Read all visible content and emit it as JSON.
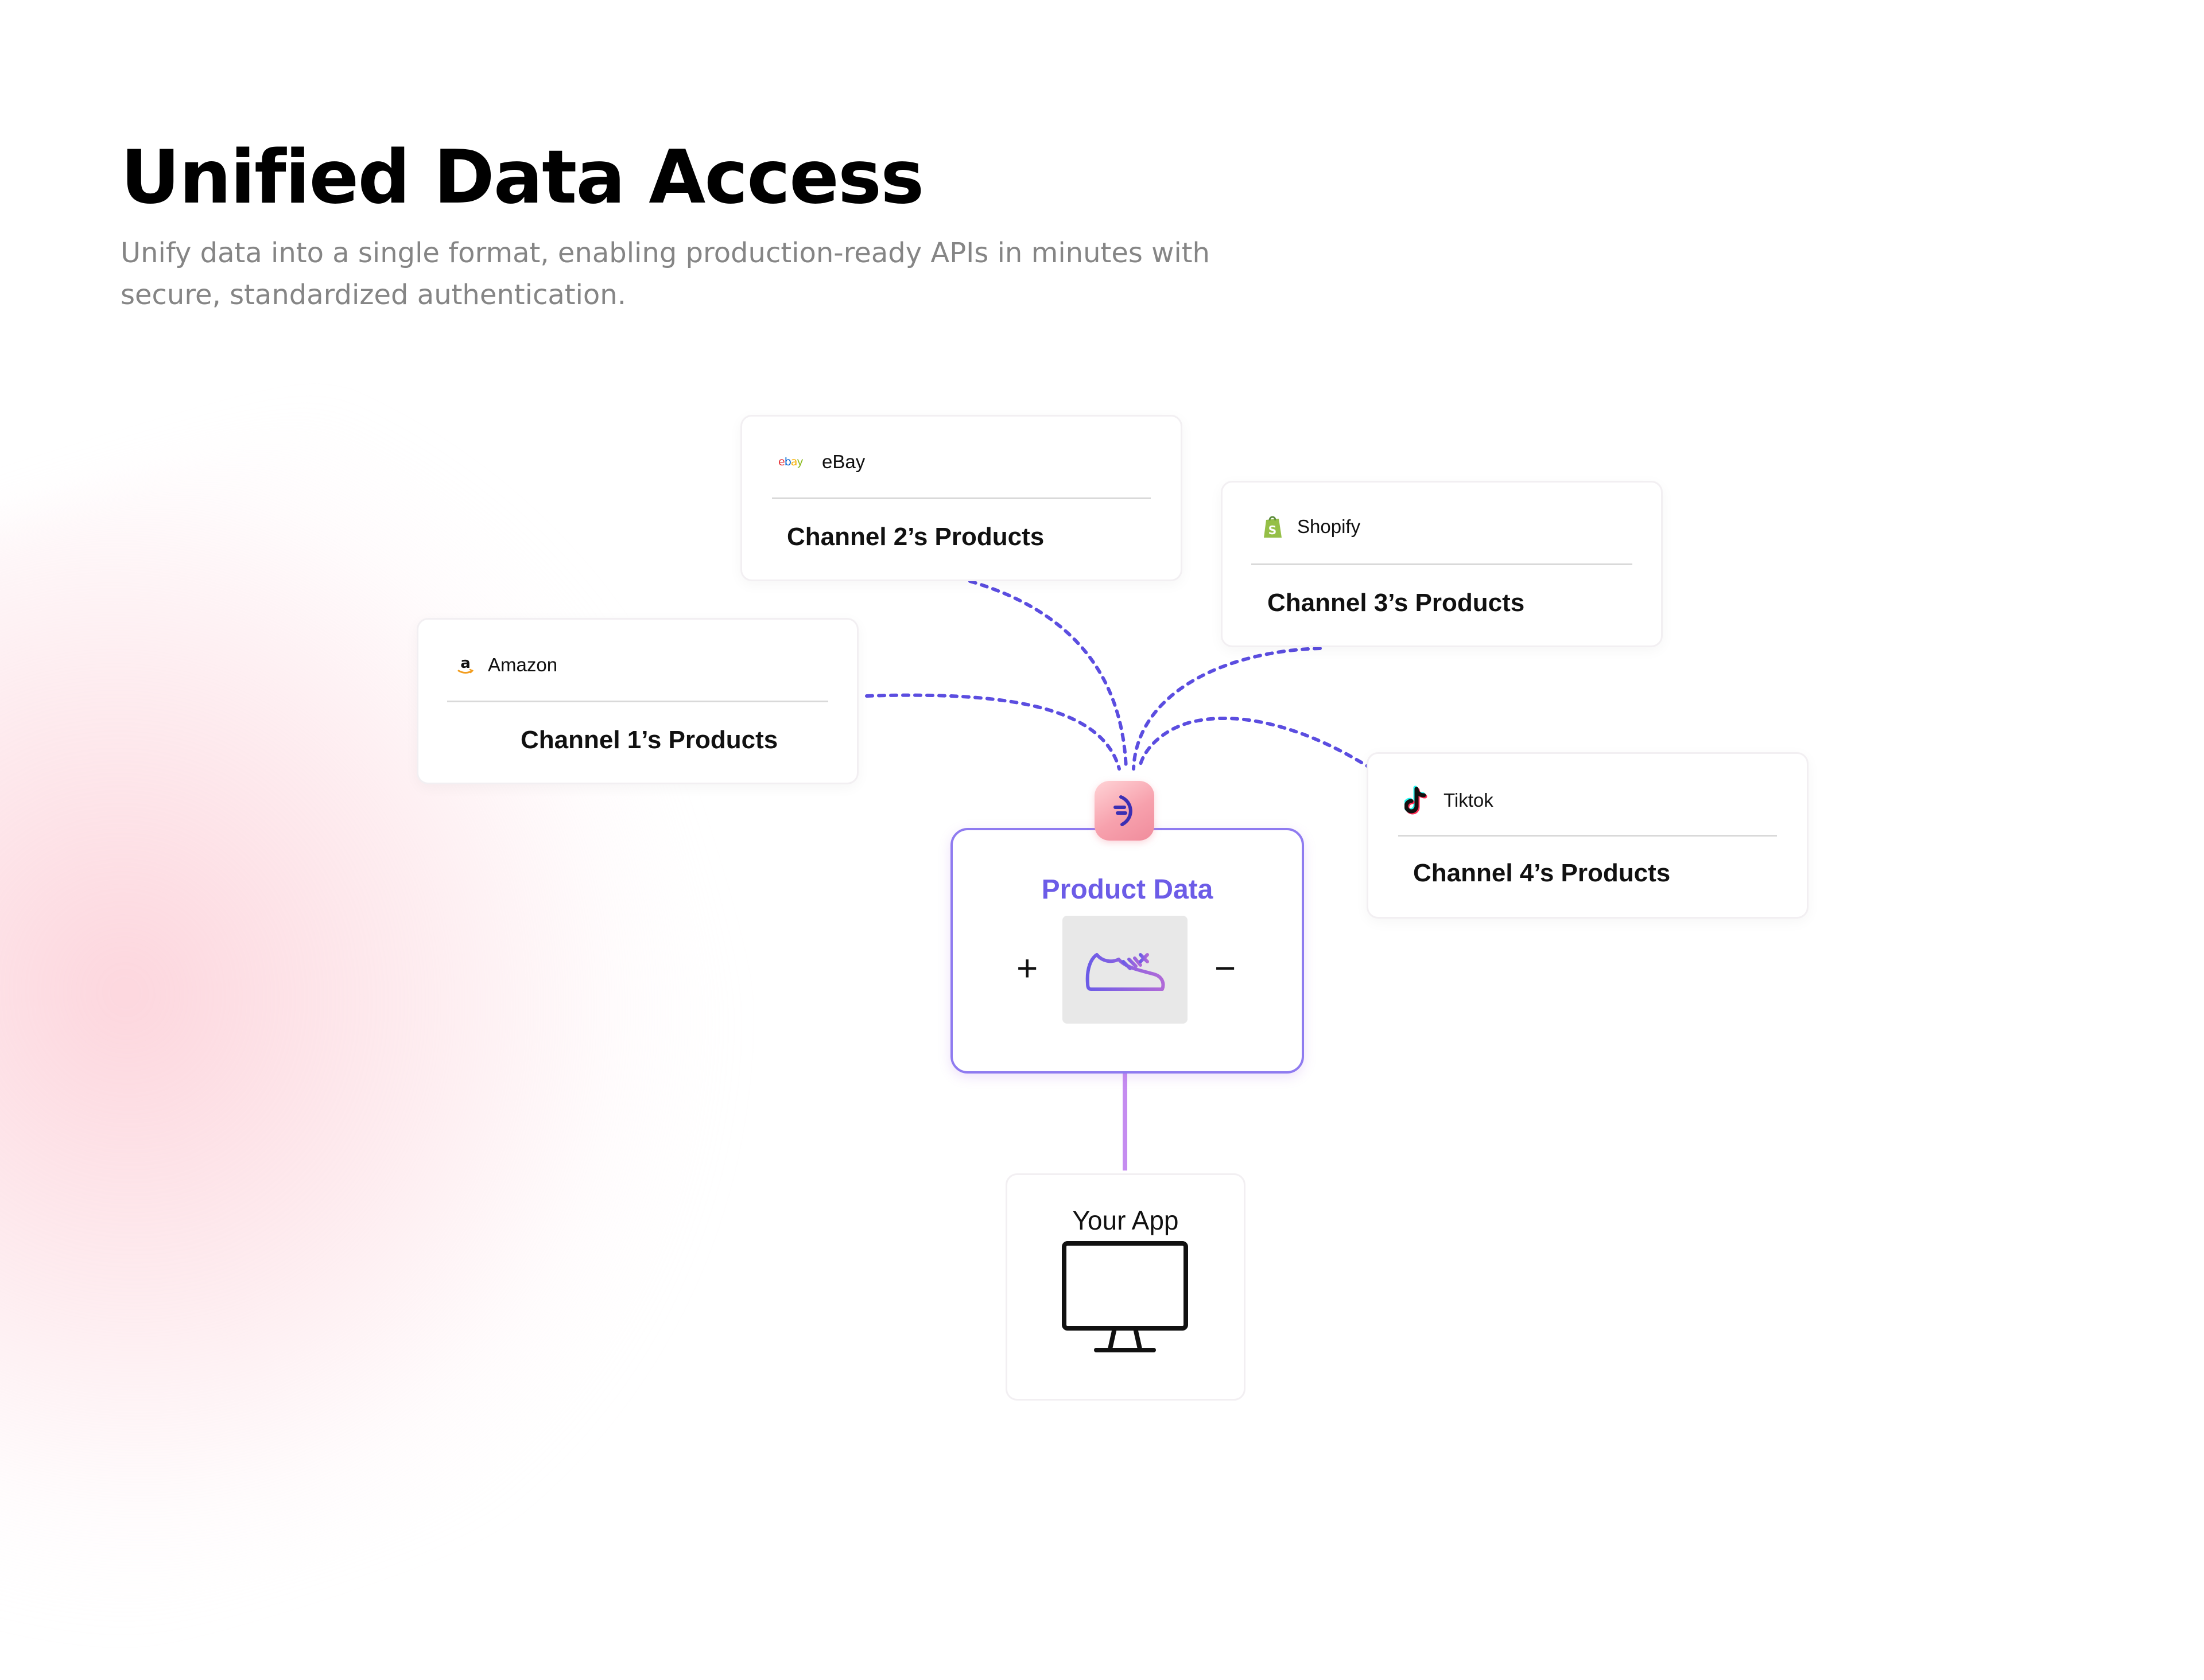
{
  "header": {
    "title": "Unified Data Access",
    "subtitle": "Unify data into a single format, enabling production-ready APIs in minutes with secure, standardized authentication."
  },
  "channels": [
    {
      "id": "amazon",
      "platform": "Amazon",
      "label": "Channel 1’s Products",
      "icon": "amazon-icon"
    },
    {
      "id": "ebay",
      "platform": "eBay",
      "label": "Channel 2’s Products",
      "icon": "ebay-icon"
    },
    {
      "id": "shopify",
      "platform": "Shopify",
      "label": "Channel 3’s Products",
      "icon": "shopify-icon"
    },
    {
      "id": "tiktok",
      "platform": "Tiktok",
      "label": "Channel 4’s Products",
      "icon": "tiktok-icon"
    }
  ],
  "hub": {
    "title": "Product Data",
    "plus": "+",
    "minus": "−",
    "icon": "sneaker-icon",
    "badge_icon": "brand-mark-icon"
  },
  "app": {
    "title": "Your App",
    "icon": "monitor-icon"
  },
  "colors": {
    "connector": "#5b4de0",
    "hub_title": "#6c5ce7",
    "hub_border": "#8f7bf0",
    "badge": "#f7a1ad",
    "app_connector": "#c58cf0",
    "shopify_green": "#95bf47"
  }
}
